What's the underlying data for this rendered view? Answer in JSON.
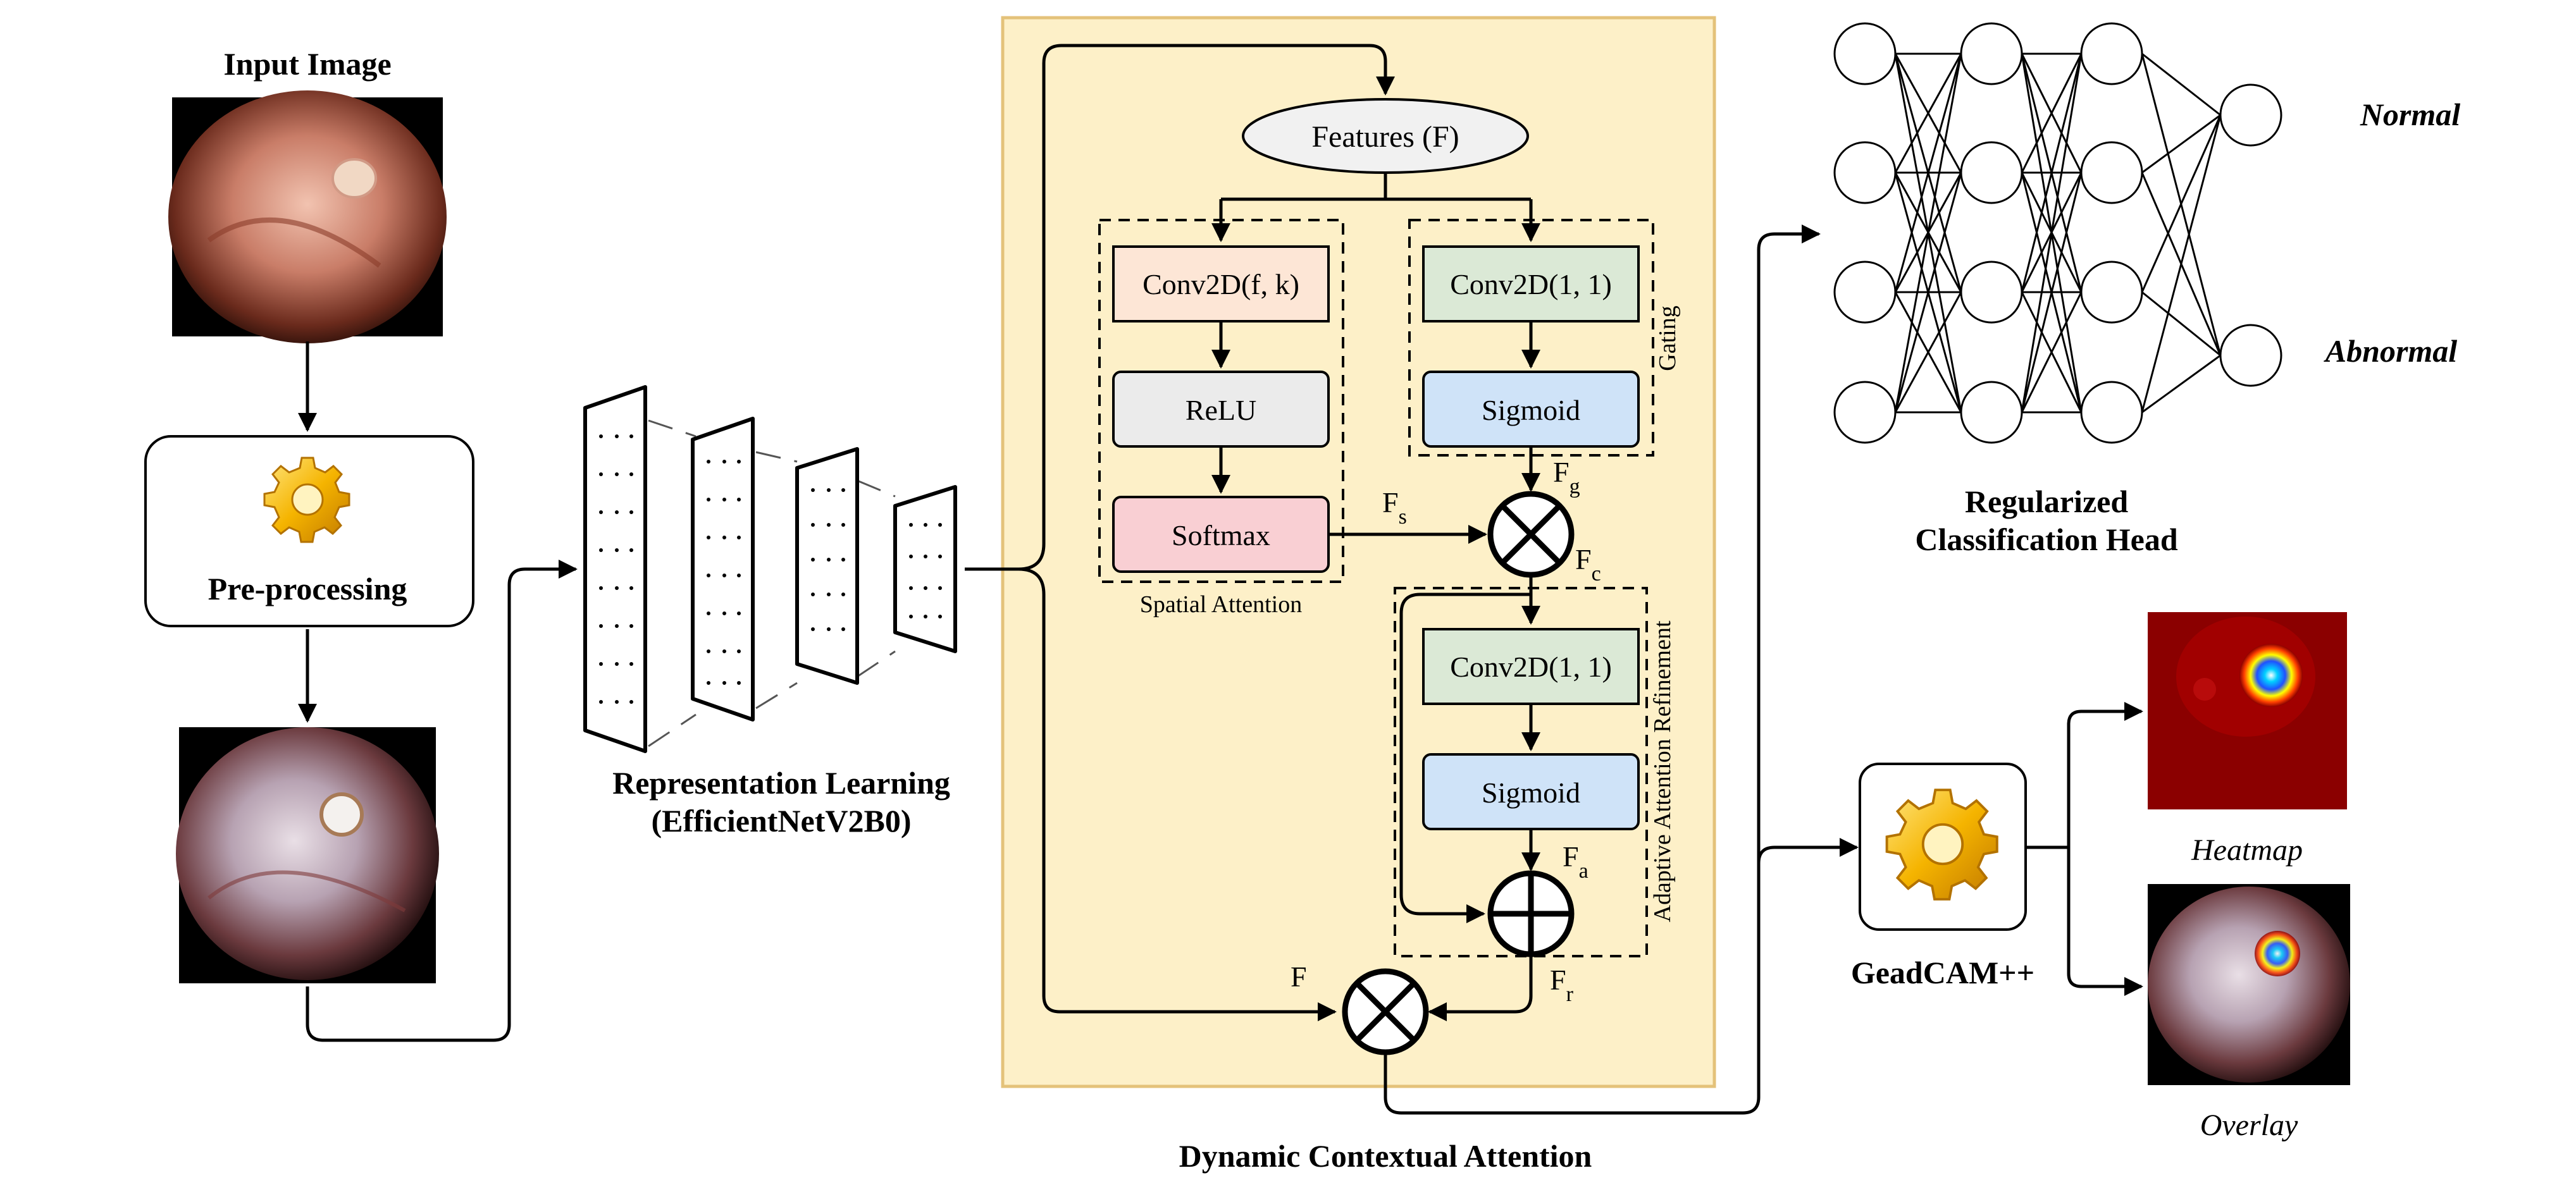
{
  "input": {
    "title": "Input Image",
    "preprocess_label": "Pre-processing"
  },
  "backbone": {
    "line1": "Representation Learning",
    "line2": "(EfficientNetV2B0)"
  },
  "attention": {
    "features_label": "Features (F)",
    "spatial": {
      "conv": "Conv2D(f, k)",
      "relu": "ReLU",
      "softmax": "Softmax",
      "group_label": "Spatial Attention"
    },
    "gating": {
      "conv": "Conv2D(1, 1)",
      "sigmoid": "Sigmoid",
      "group_label": "Gating"
    },
    "refine": {
      "conv": "Conv2D(1, 1)",
      "sigmoid": "Sigmoid",
      "group_label": "Adaptive Attention Refinement"
    },
    "symbols": {
      "fs": "F",
      "fs_sub": "s",
      "fg": "F",
      "fg_sub": "g",
      "fc": "F",
      "fc_sub": "c",
      "fa": "F",
      "fa_sub": "a",
      "fr": "F",
      "fr_sub": "r",
      "f": "F"
    },
    "caption": "Dynamic Contextual Attention"
  },
  "classifier": {
    "outputs": [
      "Normal",
      "Abnormal"
    ],
    "caption_line1": "Regularized",
    "caption_line2": "Classification Head"
  },
  "explain": {
    "label": "GeadCAM++",
    "heatmap_label": "Heatmap",
    "overlay_label": "Overlay"
  },
  "colors": {
    "attention_panel": "#fdf0c8",
    "attention_border": "#e4c27a",
    "conv_spatial_fill": "#fde6d6",
    "relu_fill": "#ebebeb",
    "softmax_fill": "#f9cfd3",
    "conv_gate_fill": "#dbe9d6",
    "sigmoid_fill": "#cfe3f8",
    "features_fill": "#f1f1f1",
    "heatmap_bg": "#8b0000"
  }
}
